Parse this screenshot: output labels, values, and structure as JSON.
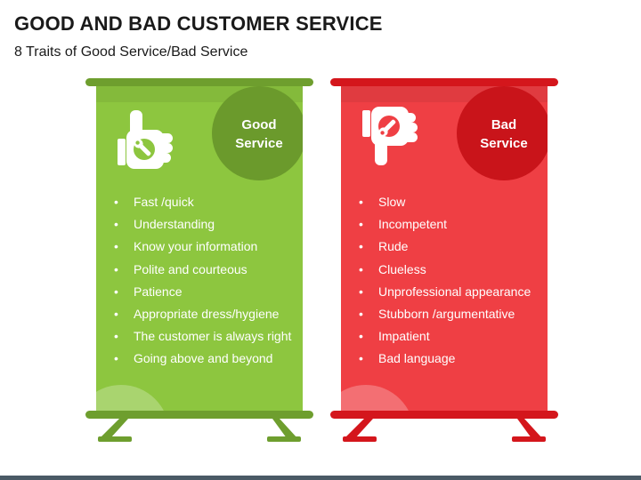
{
  "header": {
    "title": "GOOD AND BAD CUSTOMER SERVICE",
    "subtitle": "8 Traits of Good Service/Bad Service"
  },
  "good": {
    "label_line1": "Good",
    "label_line2": "Service",
    "icon": "thumbs-up-wrench-icon",
    "color": "#8dc63f",
    "dark_color": "#6b9a2c",
    "items": [
      "Fast /quick",
      "Understanding",
      "Know your information",
      "Polite and courteous",
      "Patience",
      "Appropriate dress/hygiene",
      "The customer is always right",
      "Going above and beyond"
    ]
  },
  "bad": {
    "label_line1": "Bad",
    "label_line2": "Service",
    "icon": "thumbs-down-wrench-icon",
    "color": "#ef3f44",
    "dark_color": "#c9141a",
    "items": [
      "Slow",
      "Incompetent",
      "Rude",
      "Clueless",
      "Unprofessional appearance",
      "Stubborn /argumentative",
      "Impatient",
      "Bad language"
    ]
  }
}
